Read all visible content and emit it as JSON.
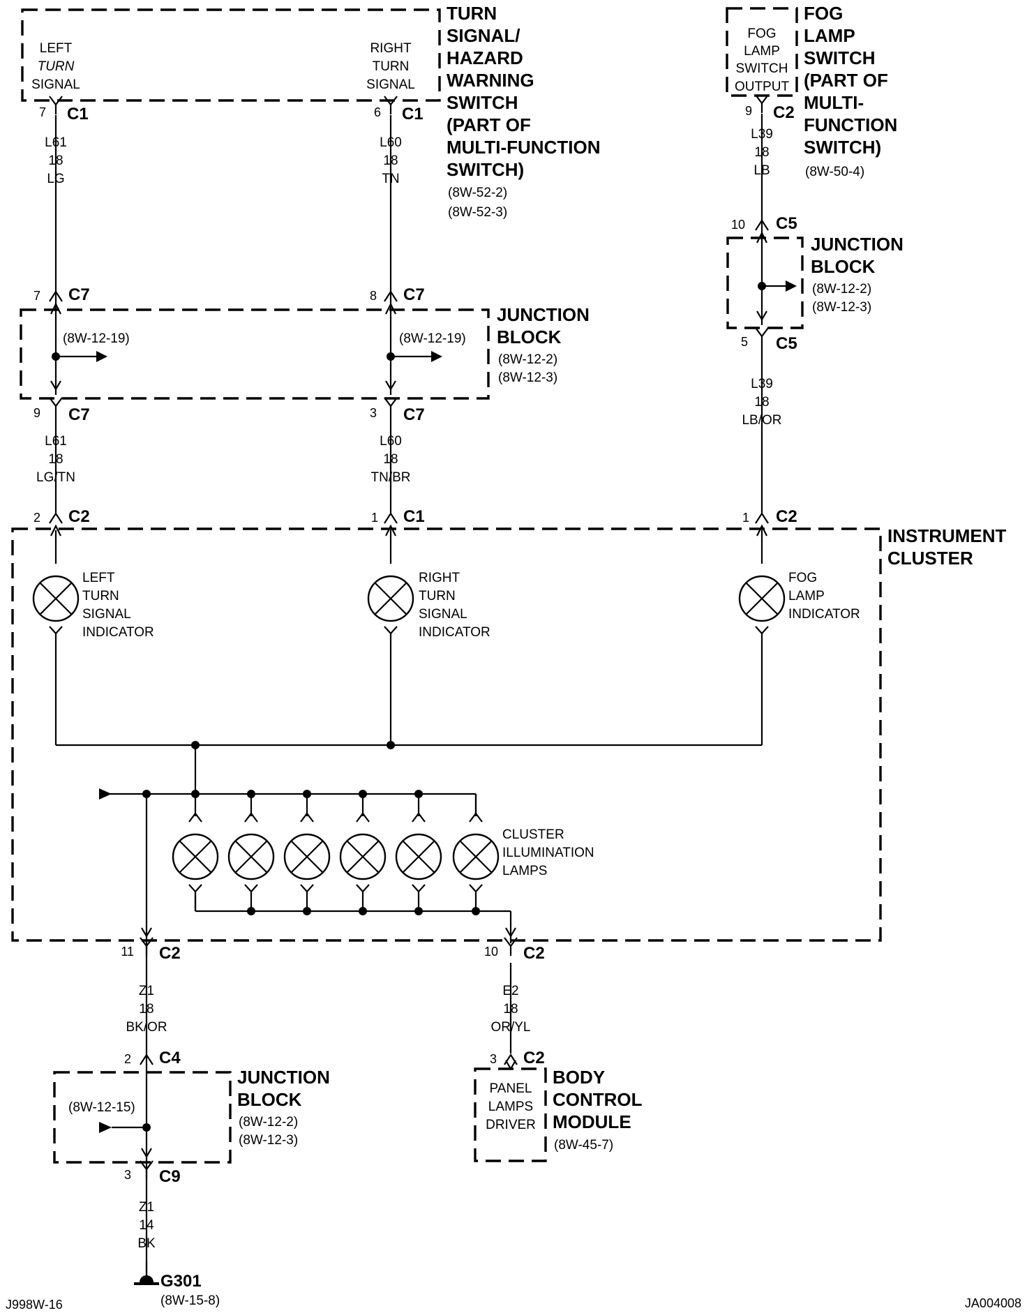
{
  "components": {
    "turn_switch": {
      "title_lines": [
        "TURN",
        "SIGNAL/",
        "HAZARD",
        "WARNING",
        "SWITCH",
        "(PART OF",
        "MULTI-FUNCTION",
        "SWITCH)"
      ],
      "refs": [
        "(8W-52-2)",
        "(8W-52-3)"
      ],
      "left_label": [
        "LEFT",
        "TURN",
        "SIGNAL"
      ],
      "right_label": [
        "RIGHT",
        "TURN",
        "SIGNAL"
      ]
    },
    "fog_switch": {
      "title_lines": [
        "FOG",
        "LAMP",
        "SWITCH",
        "(PART OF",
        "MULTI-",
        "FUNCTION",
        "SWITCH)"
      ],
      "refs": [
        "(8W-50-4)"
      ],
      "inner_label": [
        "FOG",
        "LAMP",
        "SWITCH",
        "OUTPUT"
      ]
    },
    "junction_block_top": {
      "title_lines": [
        "JUNCTION",
        "BLOCK"
      ],
      "refs": [
        "(8W-12-2)",
        "(8W-12-3)"
      ],
      "inner_ref_left": "(8W-12-19)",
      "inner_ref_right": "(8W-12-19)"
    },
    "junction_block_fog": {
      "title_lines": [
        "JUNCTION",
        "BLOCK"
      ],
      "refs": [
        "(8W-12-2)",
        "(8W-12-3)"
      ]
    },
    "instrument_cluster": {
      "title_lines": [
        "INSTRUMENT",
        "CLUSTER"
      ],
      "left_indicator": [
        "LEFT",
        "TURN",
        "SIGNAL",
        "INDICATOR"
      ],
      "right_indicator": [
        "RIGHT",
        "TURN",
        "SIGNAL",
        "INDICATOR"
      ],
      "fog_indicator": [
        "FOG",
        "LAMP",
        "INDICATOR"
      ],
      "illumination": [
        "CLUSTER",
        "ILLUMINATION",
        "LAMPS"
      ]
    },
    "junction_block_bottom": {
      "title_lines": [
        "JUNCTION",
        "BLOCK"
      ],
      "refs": [
        "(8W-12-2)",
        "(8W-12-3)"
      ],
      "inner_ref": "(8W-12-15)"
    },
    "bcm": {
      "title_lines": [
        "BODY",
        "CONTROL",
        "MODULE"
      ],
      "refs": [
        "(8W-45-7)"
      ],
      "inner_label": [
        "PANEL",
        "LAMPS",
        "DRIVER"
      ]
    },
    "ground": {
      "name": "G301",
      "ref": "(8W-15-8)"
    }
  },
  "connectors": {
    "ts_left": {
      "pin": "7",
      "conn": "C1"
    },
    "ts_right": {
      "pin": "6",
      "conn": "C1"
    },
    "fog_out": {
      "pin": "9",
      "conn": "C2"
    },
    "jb_l_in": {
      "pin": "7",
      "conn": "C7"
    },
    "jb_r_in": {
      "pin": "8",
      "conn": "C7"
    },
    "jb_l_out": {
      "pin": "9",
      "conn": "C7"
    },
    "jb_r_out": {
      "pin": "3",
      "conn": "C7"
    },
    "jbf_in": {
      "pin": "10",
      "conn": "C5"
    },
    "jbf_out": {
      "pin": "5",
      "conn": "C5"
    },
    "ic_left": {
      "pin": "2",
      "conn": "C2"
    },
    "ic_right": {
      "pin": "1",
      "conn": "C1"
    },
    "ic_fog": {
      "pin": "1",
      "conn": "C2"
    },
    "ic_z1": {
      "pin": "11",
      "conn": "C2"
    },
    "ic_e2": {
      "pin": "10",
      "conn": "C2"
    },
    "jbb_in": {
      "pin": "2",
      "conn": "C4"
    },
    "jbb_out": {
      "pin": "3",
      "conn": "C9"
    },
    "bcm_in": {
      "pin": "3",
      "conn": "C2"
    }
  },
  "wires": {
    "w_l61_top": [
      "L61",
      "18",
      "LG"
    ],
    "w_l60_top": [
      "L60",
      "18",
      "TN"
    ],
    "w_l39_top": [
      "L39",
      "18",
      "LB"
    ],
    "w_l61_bot": [
      "L61",
      "18",
      "LG/TN"
    ],
    "w_l60_bot": [
      "L60",
      "18",
      "TN/BR"
    ],
    "w_l39_bot": [
      "L39",
      "18",
      "LB/OR"
    ],
    "w_z1_top": [
      "Z1",
      "18",
      "BK/OR"
    ],
    "w_e2": [
      "E2",
      "18",
      "OR/YL"
    ],
    "w_z1_bot": [
      "Z1",
      "14",
      "BK"
    ]
  },
  "footer": {
    "left_code": "J998W-16",
    "right_code": "JA004008"
  }
}
